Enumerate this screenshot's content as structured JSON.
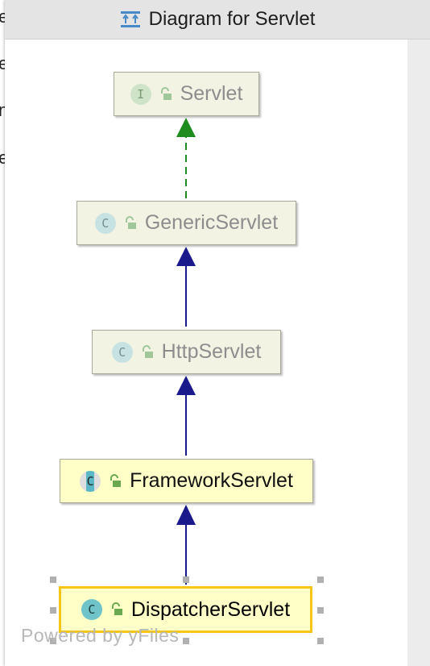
{
  "background": {
    "letters": [
      "e",
      "e",
      "n",
      "e"
    ]
  },
  "window": {
    "title": "Diagram for Servlet"
  },
  "diagram": {
    "nodes": [
      {
        "id": "servlet",
        "label": "Servlet",
        "kind": "interface",
        "kind_glyph": "I",
        "state": "faded"
      },
      {
        "id": "generic-servlet",
        "label": "GenericServlet",
        "kind": "abstract-class",
        "kind_glyph": "C",
        "state": "faded"
      },
      {
        "id": "http-servlet",
        "label": "HttpServlet",
        "kind": "abstract-class",
        "kind_glyph": "C",
        "state": "faded"
      },
      {
        "id": "framework-servlet",
        "label": "FrameworkServlet",
        "kind": "abstract-class",
        "kind_glyph": "C",
        "state": "active"
      },
      {
        "id": "dispatcher-servlet",
        "label": "DispatcherServlet",
        "kind": "class",
        "kind_glyph": "C",
        "state": "selected"
      }
    ],
    "edges": [
      {
        "from": "GenericServlet",
        "to": "Servlet",
        "relation": "implements",
        "color": "#1e8c1e",
        "style": "dashed"
      },
      {
        "from": "HttpServlet",
        "to": "GenericServlet",
        "relation": "extends",
        "color": "#1a1a8c",
        "style": "solid"
      },
      {
        "from": "FrameworkServlet",
        "to": "HttpServlet",
        "relation": "extends",
        "color": "#1a1a8c",
        "style": "solid"
      },
      {
        "from": "DispatcherServlet",
        "to": "FrameworkServlet",
        "relation": "extends",
        "color": "#1a1a8c",
        "style": "solid"
      }
    ]
  },
  "watermark": "Powered by yFiles",
  "colors": {
    "selection_border": "#f5c518",
    "node_active_bg": "#ffffc8",
    "node_faded_bg": "#f3f3e4"
  }
}
